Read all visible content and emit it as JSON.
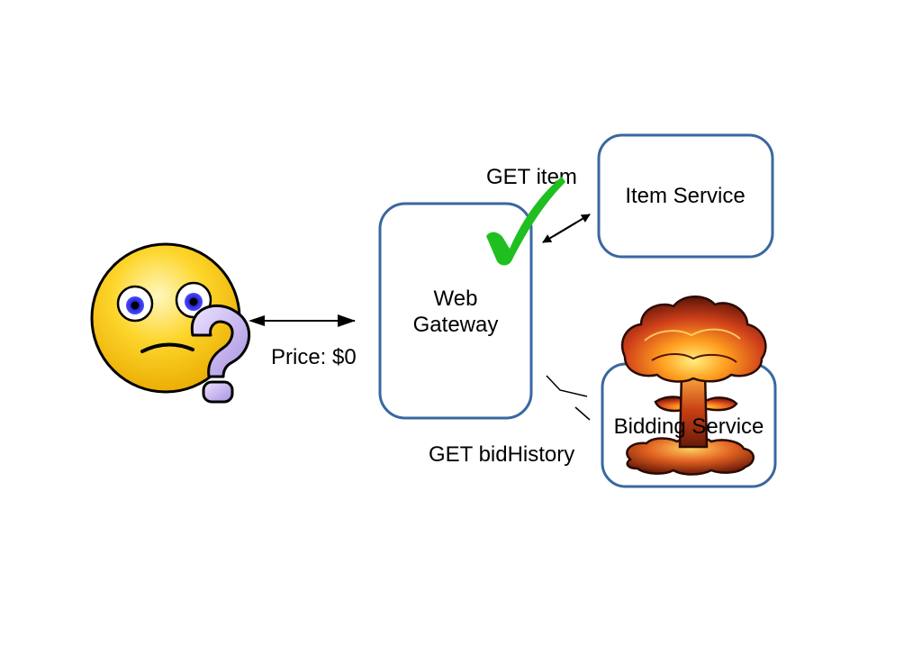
{
  "nodes": {
    "gateway_line1": "Web",
    "gateway_line2": "Gateway",
    "item_service": "Item Service",
    "bidding_service": "Bidding Service"
  },
  "edges": {
    "client_label": "Price: $0",
    "item_label": "GET item",
    "bid_label": "GET bidHistory"
  },
  "icons": {
    "user": "confused-face-icon",
    "question": "question-mark-icon",
    "success": "checkmark-icon",
    "failure": "mushroom-cloud-explosion-icon"
  },
  "colors": {
    "box_border": "#3a67a0",
    "check": "#1fbf1f",
    "face": "#f5c400",
    "question": "#c9b8f0",
    "explosion": "#d9501c"
  }
}
